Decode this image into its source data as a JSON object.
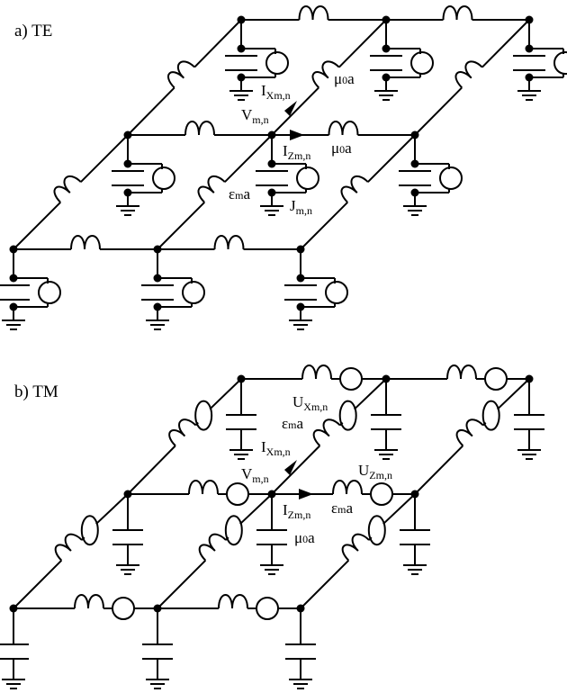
{
  "panels": [
    {
      "id": "te",
      "title": "a) TE",
      "labels": {
        "ix": {
          "main": "I",
          "sub": "Xm,n"
        },
        "v": {
          "main": "V",
          "sub": "m,n"
        },
        "iz": {
          "main": "I",
          "sub": "Zm,n"
        },
        "mu_diag": {
          "main": "μ",
          "sub": "0",
          "tail": "a"
        },
        "mu_horiz": {
          "main": "μ",
          "sub": "0",
          "tail": "a"
        },
        "eps": {
          "main": "ε",
          "sub": "m",
          "tail": "a"
        },
        "j": {
          "main": "J",
          "sub": "m,n"
        }
      },
      "shunt_element": "capacitor-with-current-source",
      "series_element": "inductor"
    },
    {
      "id": "tm",
      "title": "b) TM",
      "labels": {
        "ux": {
          "main": "U",
          "sub": "Xm,n"
        },
        "eps_diag": {
          "main": "ε",
          "sub": "m",
          "tail": "a"
        },
        "ix": {
          "main": "I",
          "sub": "Xm,n"
        },
        "v": {
          "main": "V",
          "sub": "m,n"
        },
        "uz": {
          "main": "U",
          "sub": "Zm,n"
        },
        "iz": {
          "main": "I",
          "sub": "Zm,n"
        },
        "eps_horiz": {
          "main": "ε",
          "sub": "m",
          "tail": "a"
        },
        "mu": {
          "main": "μ",
          "sub": "0",
          "tail": "a"
        }
      },
      "shunt_element": "capacitor",
      "series_element": "inductor-with-voltage-source"
    }
  ]
}
